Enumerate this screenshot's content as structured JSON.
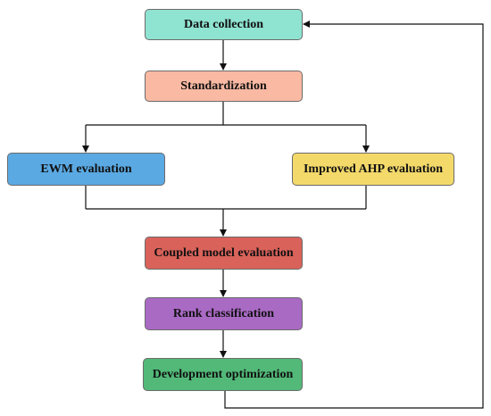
{
  "nodes": {
    "data_collection": {
      "label": "Data collection",
      "color": "#8fe3d1"
    },
    "standardization": {
      "label": "Standardization",
      "color": "#f9b9a2"
    },
    "ewm": {
      "label": "EWM evaluation",
      "color": "#5aa9e3"
    },
    "ahp": {
      "label": "Improved AHP evaluation",
      "color": "#f3d96a"
    },
    "coupled": {
      "label": "Coupled model evaluation",
      "color": "#d9625a"
    },
    "rank": {
      "label": "Rank classification",
      "color": "#a96ac4"
    },
    "development": {
      "label": "Development optimization",
      "color": "#52b978"
    }
  },
  "edges": [
    {
      "from": "data_collection",
      "to": "standardization"
    },
    {
      "from": "standardization",
      "to": "ewm"
    },
    {
      "from": "standardization",
      "to": "ahp"
    },
    {
      "from": "ewm",
      "to": "coupled"
    },
    {
      "from": "ahp",
      "to": "coupled"
    },
    {
      "from": "coupled",
      "to": "rank"
    },
    {
      "from": "rank",
      "to": "development"
    },
    {
      "from": "development",
      "to": "data_collection"
    }
  ],
  "line_color": "#111111"
}
